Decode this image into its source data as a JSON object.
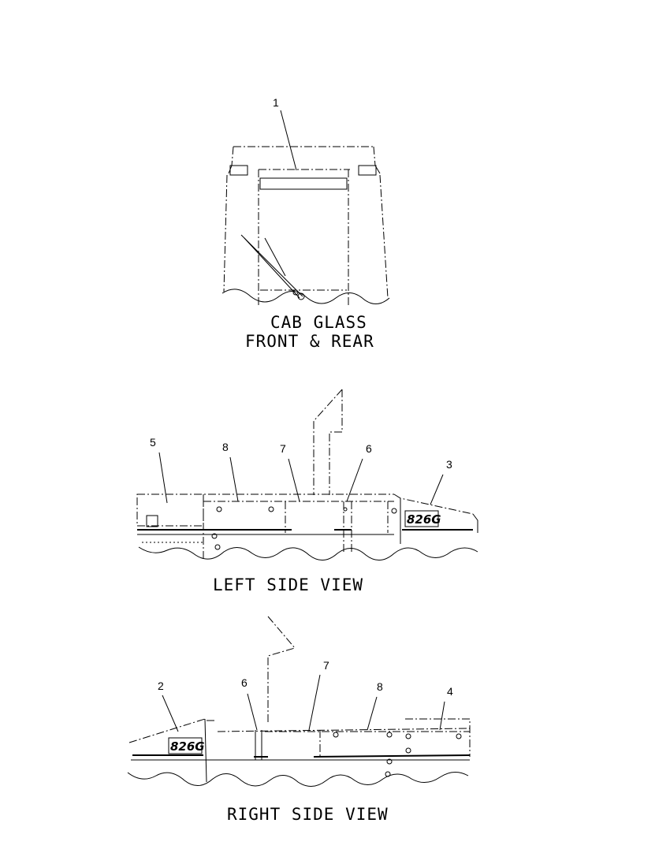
{
  "views": {
    "cab_glass": {
      "caption_line1": "CAB GLASS",
      "caption_line2": "FRONT & REAR",
      "callouts": [
        "1"
      ]
    },
    "left_side": {
      "caption": "LEFT SIDE VIEW",
      "callouts": [
        "5",
        "8",
        "7",
        "6",
        "3"
      ],
      "model_decal": "826G"
    },
    "right_side": {
      "caption": "RIGHT SIDE VIEW",
      "callouts": [
        "2",
        "6",
        "7",
        "8",
        "4"
      ],
      "model_decal": "826G"
    }
  }
}
